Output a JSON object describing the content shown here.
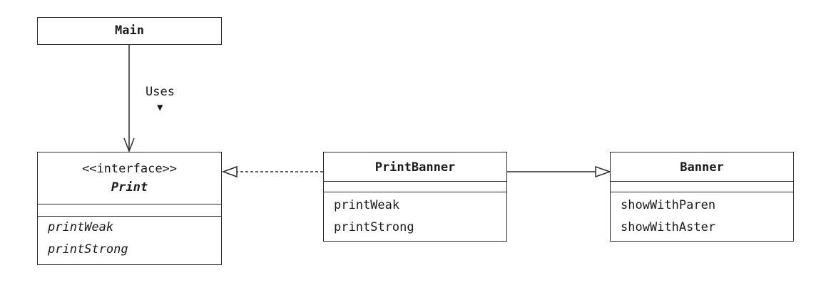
{
  "classes": {
    "main": {
      "name": "Main"
    },
    "print": {
      "stereotype": "<<interface>>",
      "name": "Print",
      "operations": [
        "printWeak",
        "printStrong"
      ]
    },
    "print_banner": {
      "name": "PrintBanner",
      "operations": [
        "printWeak",
        "printStrong"
      ]
    },
    "banner": {
      "name": "Banner",
      "operations": [
        "showWithParen",
        "showWithAster"
      ]
    }
  },
  "relations": {
    "uses": {
      "label": "Uses",
      "direction_glyph": "▼"
    }
  },
  "colors": {
    "line": "#2a2a2a",
    "text": "#1a1a1a",
    "background": "#ffffff"
  }
}
